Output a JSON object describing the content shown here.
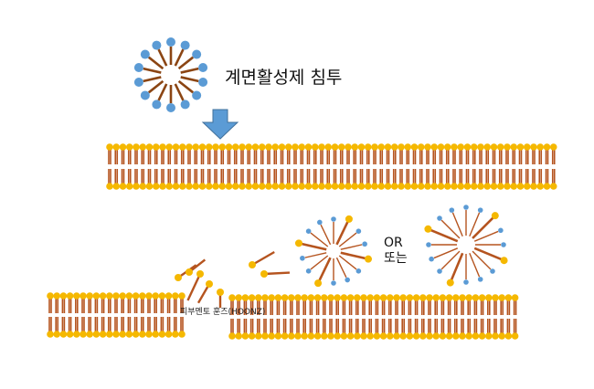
{
  "labels": {
    "title": "계면활성제 침투",
    "or_en": "OR",
    "or_ko": "또는",
    "watermark": "피부멘토 훈즈(HOONZ)"
  },
  "colors": {
    "lipid_head": "#f5b800",
    "lipid_tail": "#b5541f",
    "surfactant_head": "#5b9bd5",
    "surfactant_tail": "#8b4513",
    "arrow": "#5b9bd5",
    "arrow_stroke": "#41719c"
  }
}
